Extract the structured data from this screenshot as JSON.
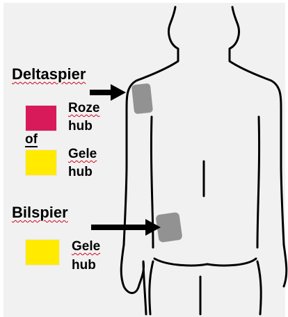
{
  "labels": {
    "delta_title": "Deltaspier",
    "roze_line1": "Roze",
    "roze_line2": "hub",
    "of": "of",
    "gele1_line1": "Gele",
    "gele1_line2": "hub",
    "bil_title": "Bilspier",
    "gele2_line1": "Gele",
    "gele2_line2": "hub"
  },
  "colors": {
    "pink_swatch": "#d81a5b",
    "yellow_swatch": "#ffea00",
    "injection_site": "#8c8c8c",
    "arrow": "#000000"
  },
  "icons": {
    "arrow": "right-arrow-icon"
  }
}
